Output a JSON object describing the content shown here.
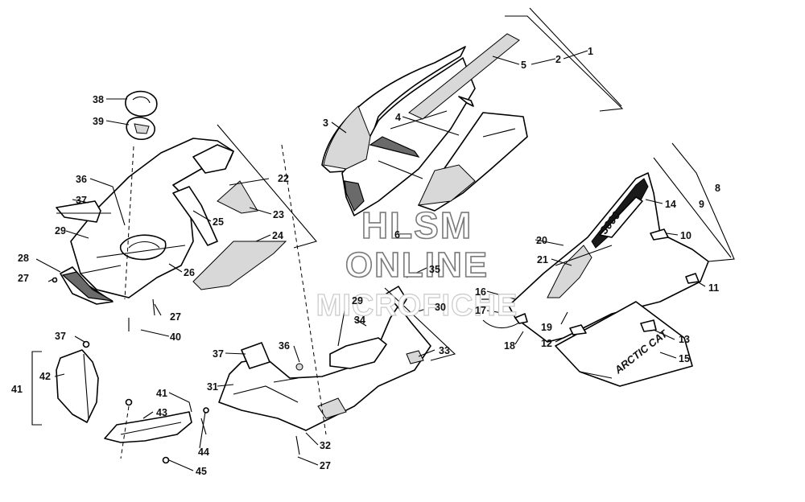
{
  "watermark": {
    "line1": "HLSM",
    "line2": "ONLINE",
    "line3": "MICROFICHE"
  },
  "decals": {
    "model": "3000",
    "brand": "ARCTIC CAT"
  },
  "callouts": {
    "c1": "1",
    "c2": "2",
    "c3": "3",
    "c4": "4",
    "c5": "5",
    "c6": "6",
    "c8": "8",
    "c9": "9",
    "c10": "10",
    "c11": "11",
    "c12": "12",
    "c13": "13",
    "c14": "14",
    "c15": "15",
    "c16": "16",
    "c17": "17",
    "c18": "18",
    "c19": "19",
    "c20": "20",
    "c21": "21",
    "c22": "22",
    "c23": "23",
    "c24": "24",
    "c25": "25",
    "c26": "26",
    "c27a": "27",
    "c27b": "27",
    "c27c": "27",
    "c28": "28",
    "c29a": "29",
    "c29b": "29",
    "c30": "30",
    "c31": "31",
    "c32": "32",
    "c33": "33",
    "c34": "34",
    "c35": "35",
    "c36a": "36",
    "c36b": "36",
    "c37a": "37",
    "c37b": "37",
    "c37c": "37",
    "c38": "38",
    "c39": "39",
    "c40": "40",
    "c41a": "41",
    "c41b": "41",
    "c42": "42",
    "c43": "43",
    "c44": "44",
    "c45": "45"
  },
  "colors": {
    "line": "#000000",
    "label": "#111111",
    "watermark_stroke": "#7a7a7a"
  }
}
